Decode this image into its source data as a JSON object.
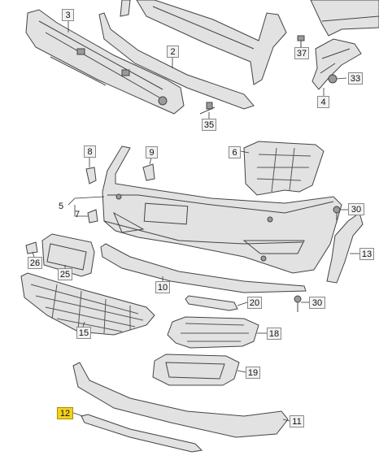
{
  "diagram": {
    "highlight_color": "#f3d21b",
    "callouts": [
      {
        "id": "c3",
        "text": "3"
      },
      {
        "id": "c2",
        "text": "2"
      },
      {
        "id": "c37",
        "text": "37"
      },
      {
        "id": "c33",
        "text": "33"
      },
      {
        "id": "c4",
        "text": "4"
      },
      {
        "id": "c35",
        "text": "35"
      },
      {
        "id": "c8",
        "text": "8"
      },
      {
        "id": "c9",
        "text": "9"
      },
      {
        "id": "c6",
        "text": "6"
      },
      {
        "id": "c5",
        "text": "5"
      },
      {
        "id": "c7",
        "text": "7"
      },
      {
        "id": "c30a",
        "text": "30"
      },
      {
        "id": "c26",
        "text": "26"
      },
      {
        "id": "c25",
        "text": "25"
      },
      {
        "id": "c13",
        "text": "13"
      },
      {
        "id": "c10",
        "text": "10"
      },
      {
        "id": "c20",
        "text": "20"
      },
      {
        "id": "c30b",
        "text": "30"
      },
      {
        "id": "c15",
        "text": "15"
      },
      {
        "id": "c18",
        "text": "18"
      },
      {
        "id": "c19",
        "text": "19"
      },
      {
        "id": "c12",
        "text": "12",
        "highlighted": true
      },
      {
        "id": "c11",
        "text": "11"
      }
    ]
  }
}
